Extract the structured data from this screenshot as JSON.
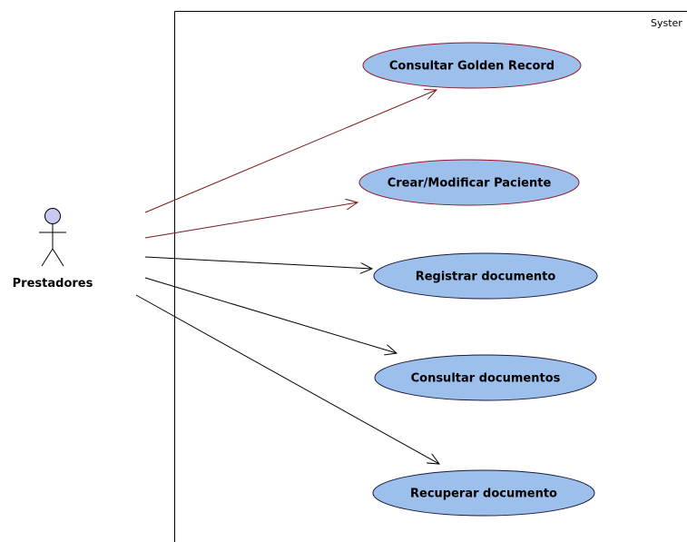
{
  "system": {
    "label": "Syster"
  },
  "actor": {
    "name": "Prestadores"
  },
  "use_cases": [
    {
      "label": "Consultar Golden Record",
      "border_color": "#8b1a2b"
    },
    {
      "label": "Crear/Modificar Paciente",
      "border_color": "#8b1a2b"
    },
    {
      "label": "Registrar documento",
      "border_color": "#1a1a3a"
    },
    {
      "label": "Consultar documentos",
      "border_color": "#1a1a3a"
    },
    {
      "label": "Recuperar documento",
      "border_color": "#1a1a3a"
    }
  ],
  "colors": {
    "use_case_fill": "#9cbfec",
    "actor_head_fill": "#c8c8f0",
    "highlight_association": "#7a1a1a",
    "normal_association": "#000000"
  }
}
